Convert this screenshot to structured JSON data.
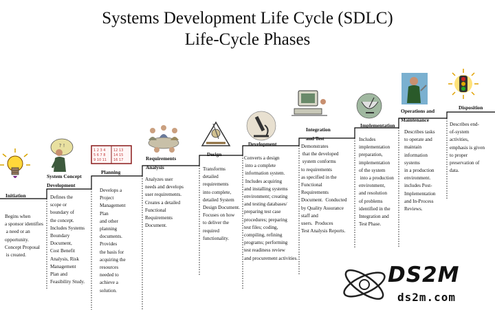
{
  "title": {
    "line1": "Systems Development Life Cycle (SDLC)",
    "line2": "Life-Cycle Phases"
  },
  "phases": [
    {
      "name": "Initiation",
      "description": "Begins when\na sponsor identifies\n a need or an\nopportunity.\nConcept Proposal\n is created.",
      "icon": "lightbulb-icon"
    },
    {
      "name": "System Concept\nDevelopment",
      "description": "Defines the\nscope or\nboundary of\nthe concept.\nIncludes Systems\nBoundary\nDocument,\nCost Benefit\nAnalysis, Risk\nManagement\nPlan and\nFeasibility Study.",
      "icon": "thinking-person-icon"
    },
    {
      "name": "Planning",
      "description": "Develops a\nProject\nManagement\nPlan\nand other\nplanning\ndocuments.\nProvides\nthe basis for\nacquiring the\nresources\nneeded to\nachieve a\nsolution.",
      "icon": "calendar-planner-icon"
    },
    {
      "name": "Requirements\nAnalysis",
      "description": "Analyzes user\nneeds and develops\nuser requirements.\nCreates a detailed\nFunctional\nRequirements\nDocument.",
      "icon": "team-meeting-icon"
    },
    {
      "name": "Design",
      "description": "Transforms\ndetailed\nrequirements\ninto complete,\ndetailed System\nDesign Document.\nFocuses on how\nto deliver the\nrequired\nfunctionality.",
      "icon": "drafting-tools-icon"
    },
    {
      "name": "Development",
      "description": "Converts a design\n into a complete\n information system.\n Includes acquiring\nand installing systems\nenvironment; creating\nand testing databases/\npreparing test case\nprocedures; preparing\ntest files; coding,\ncompiling, refining\nprograms; performing\ntest readiness review\nand procurement activities.",
      "icon": "microscope-icon"
    },
    {
      "name": "Integration\nand Test",
      "description": "Demonstrates\n that the developed\n system conforms\nto requirements\nas specified in the\nFunctional\nRequirements\nDocument.  Conducted\nby Quality Assurance\nstaff and\nusers.  Produces\nTest Analysis Reports.",
      "icon": "computer-workstation-icon"
    },
    {
      "name": "Implementation",
      "description": "Includes\nimplementation\npreparation,\nimplementation\nof the system\n into a production\nenvironment,\nand resolution\nof problems\nidentified in the\nIntegration and\nTest Phase.",
      "icon": "satellite-dish-icon"
    },
    {
      "name": "Operations and\nMaintenance",
      "description": "Describes tasks\nto operate and\nmaintain\ninformation\nsystems\nin a production\nenvironment.\nincludes Post-\nImplementation\nand In-Process\nReviews.",
      "icon": "maintenance-worker-icon"
    },
    {
      "name": "Disposition",
      "description": "Describes end-\nof-system\nactivities,\nemphasis is given\nto proper\npreservation of\ndata.",
      "icon": "traffic-light-icon"
    }
  ],
  "logo": {
    "name": "DS2M",
    "site": "ds2m.com",
    "icon": "atom-orbit-icon"
  }
}
